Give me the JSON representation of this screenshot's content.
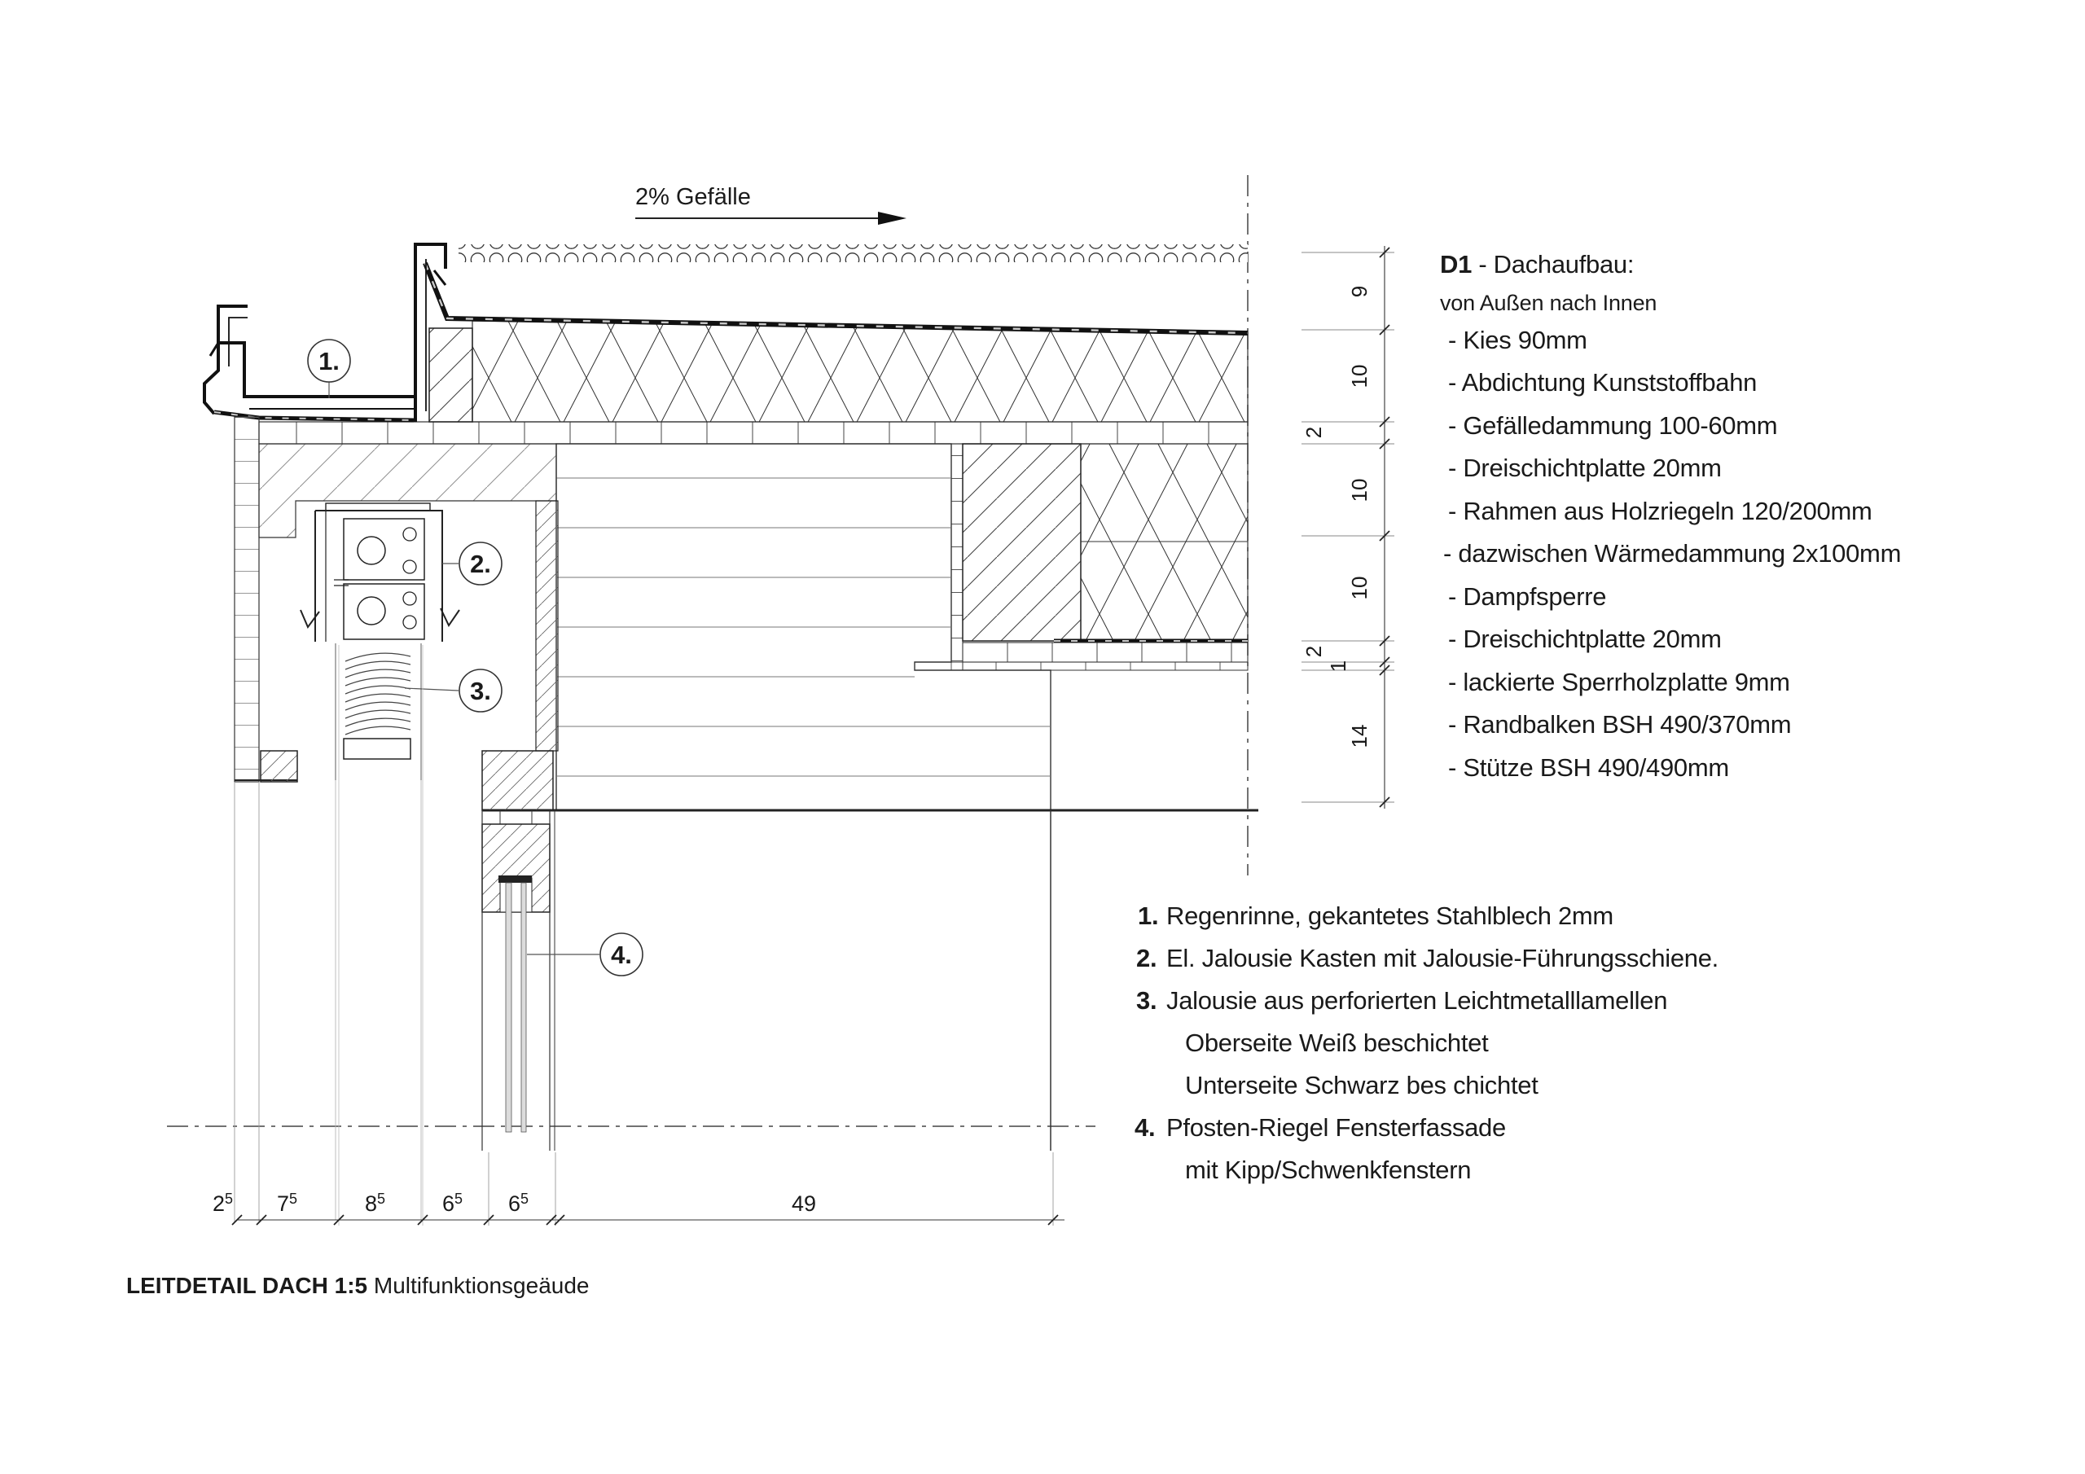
{
  "drawing_title": {
    "bold": "LEITDETAIL DACH 1:5",
    "regular": " Multifunktionsgeäude"
  },
  "slope_label": "2% Gefälle",
  "legend": {
    "title_bold": "D1",
    "title_rest": " - Dachaufbau:",
    "subtitle": "von Außen nach Innen",
    "items": [
      "- Kies 90mm",
      "- Abdichtung Kunststoffbahn",
      "- Gefälledammung 100-60mm",
      "- Dreischichtplatte 20mm",
      "- Rahmen aus Holzriegeln 120/200mm",
      "- dazwischen Wärmedammung 2x100mm",
      "- Dampfsperre",
      "- Dreischichtplatte 20mm",
      "- lackierte Sperrholzplatte 9mm",
      "- Randbalken BSH 490/370mm",
      "- Stütze BSH 490/490mm"
    ]
  },
  "notes": [
    {
      "num": "1.",
      "text": "Regenrinne, gekantetes Stahlblech 2mm"
    },
    {
      "num": "2.",
      "text": "El. Jalousie Kasten mit Jalousie-Führungsschiene."
    },
    {
      "num": "3.",
      "text": "Jalousie aus perforierten Leichtmetalllamellen"
    },
    {
      "num": "",
      "text": "Oberseite Weiß beschichtet"
    },
    {
      "num": "",
      "text": "Unterseite Schwarz bes chichtet"
    },
    {
      "num": "4.",
      "text": "Pfosten-Riegel Fensterfassade"
    },
    {
      "num": "",
      "text": "mit Kipp/Schwenkfenstern"
    }
  ],
  "callouts": [
    {
      "label": "1."
    },
    {
      "label": "2."
    },
    {
      "label": "3."
    },
    {
      "label": "4."
    }
  ],
  "dims_bottom": [
    {
      "main": "2",
      "sup": "5"
    },
    {
      "main": "7",
      "sup": "5"
    },
    {
      "main": "8",
      "sup": "5"
    },
    {
      "main": "6",
      "sup": "5"
    },
    {
      "main": "6",
      "sup": "5"
    },
    {
      "main": "49",
      "sup": ""
    }
  ],
  "dims_right": [
    "9",
    "10",
    "2",
    "10",
    "10",
    "2",
    "1",
    "14"
  ],
  "colors": {
    "line": "#1a1a1a",
    "hatch": "#555555",
    "membrane": "#111111"
  }
}
